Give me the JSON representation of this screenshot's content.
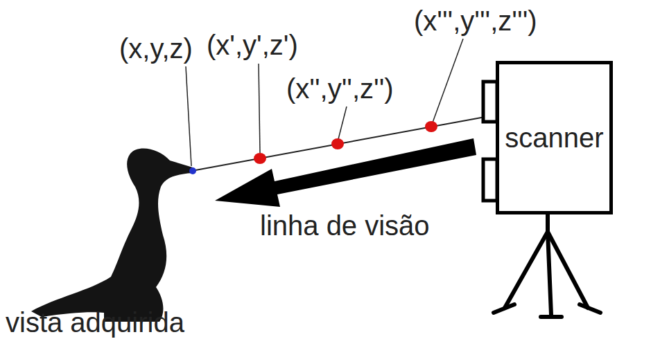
{
  "diagram": {
    "nodes": [
      {
        "text": [
          "scanner"
        ]
      }
    ],
    "labels": [
      "(x,y,z)",
      "(x',y',z')",
      "(x'',y'',z'')",
      "(x''',y''',z''')",
      "linha de visão",
      "vista adquirida"
    ]
  }
}
